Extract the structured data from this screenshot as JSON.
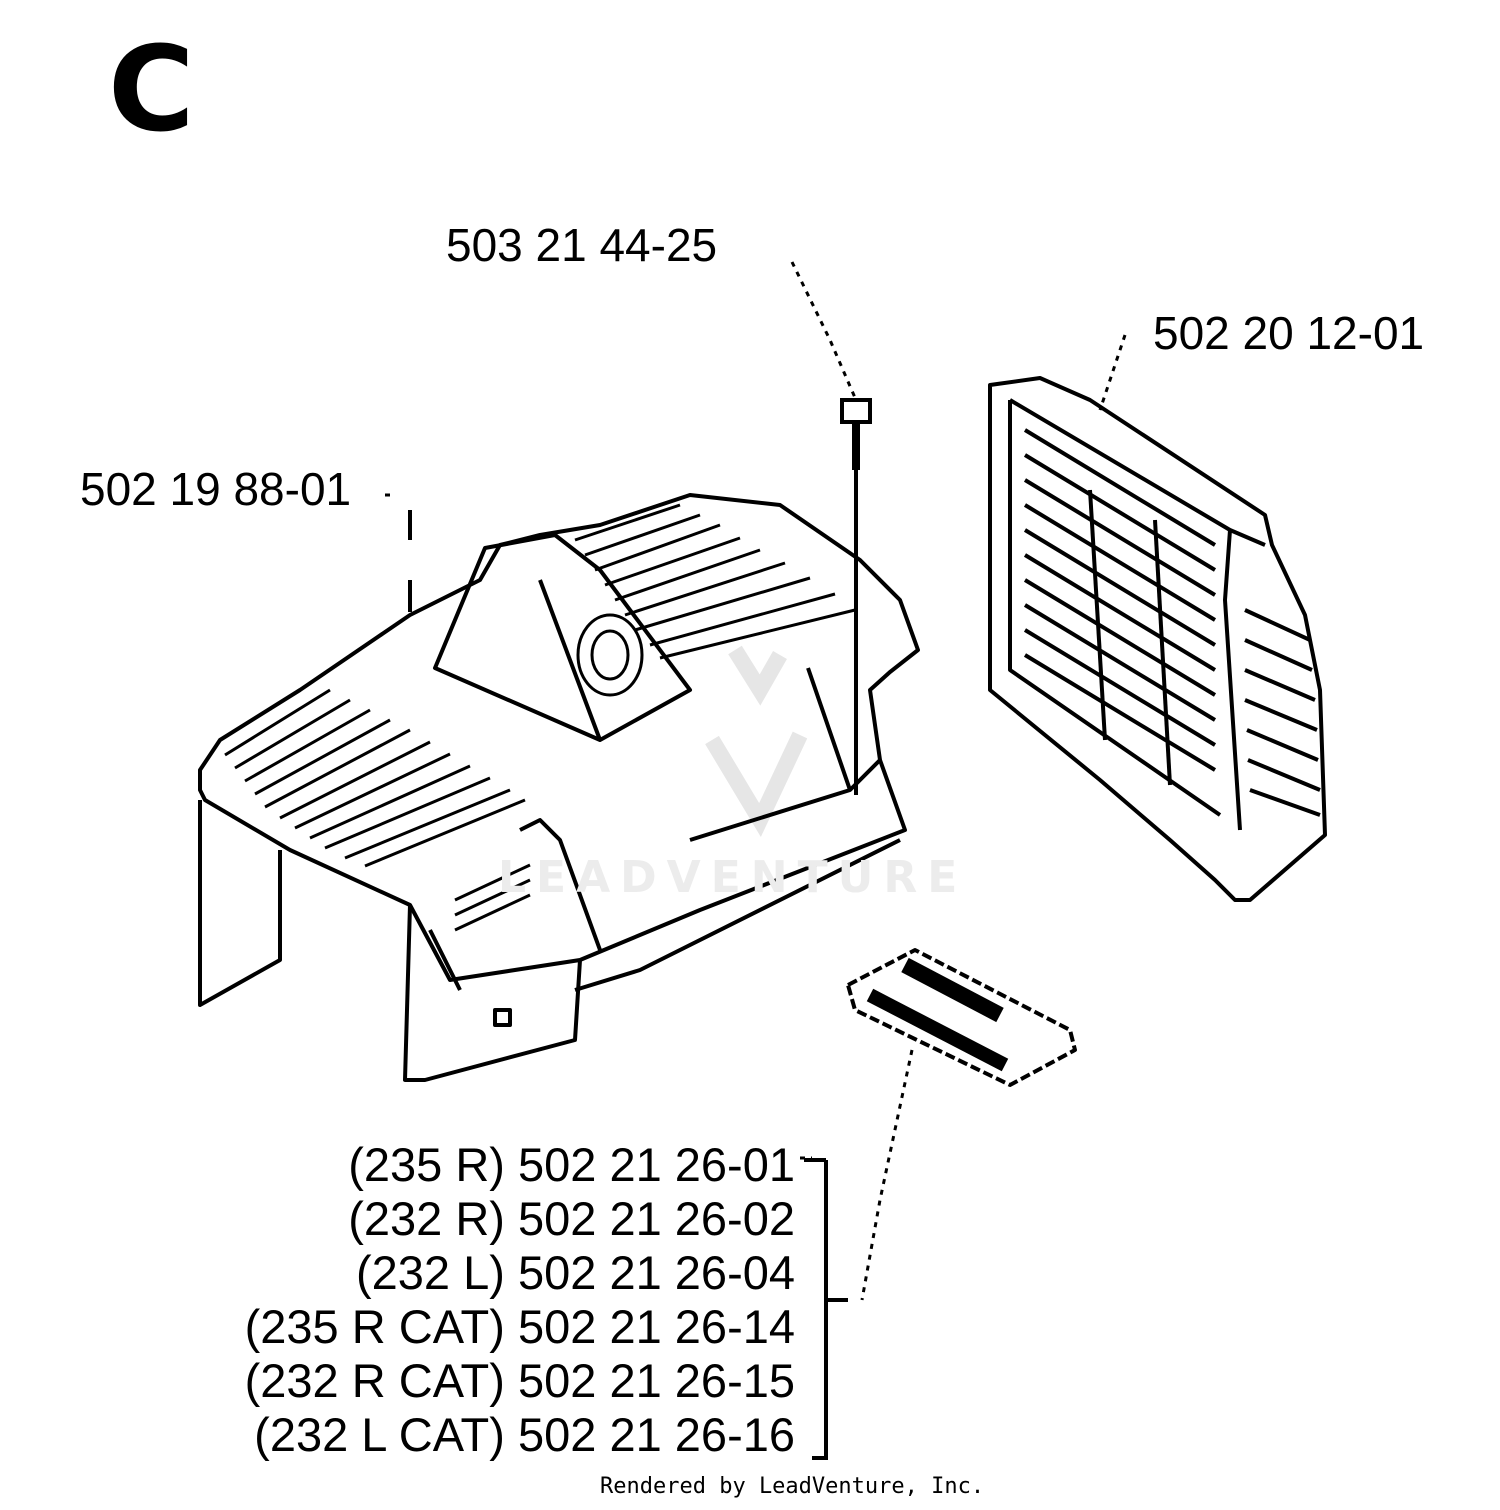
{
  "section": {
    "letter": "C"
  },
  "callouts": {
    "screw": "503 21 44-25",
    "cover": "502 20 12-01",
    "cylinder_cover": "502 19 88-01"
  },
  "variants": [
    "(235 R) 502 21 26-01",
    "(232 R) 502 21 26-02",
    "(232 L) 502 21 26-04",
    "(235 R CAT) 502 21 26-14",
    "(232 R CAT) 502 21 26-15",
    "(232 L CAT) 502 21 26-16"
  ],
  "watermark": "LEADVENTURE",
  "credit": "Rendered by LeadVenture, Inc."
}
